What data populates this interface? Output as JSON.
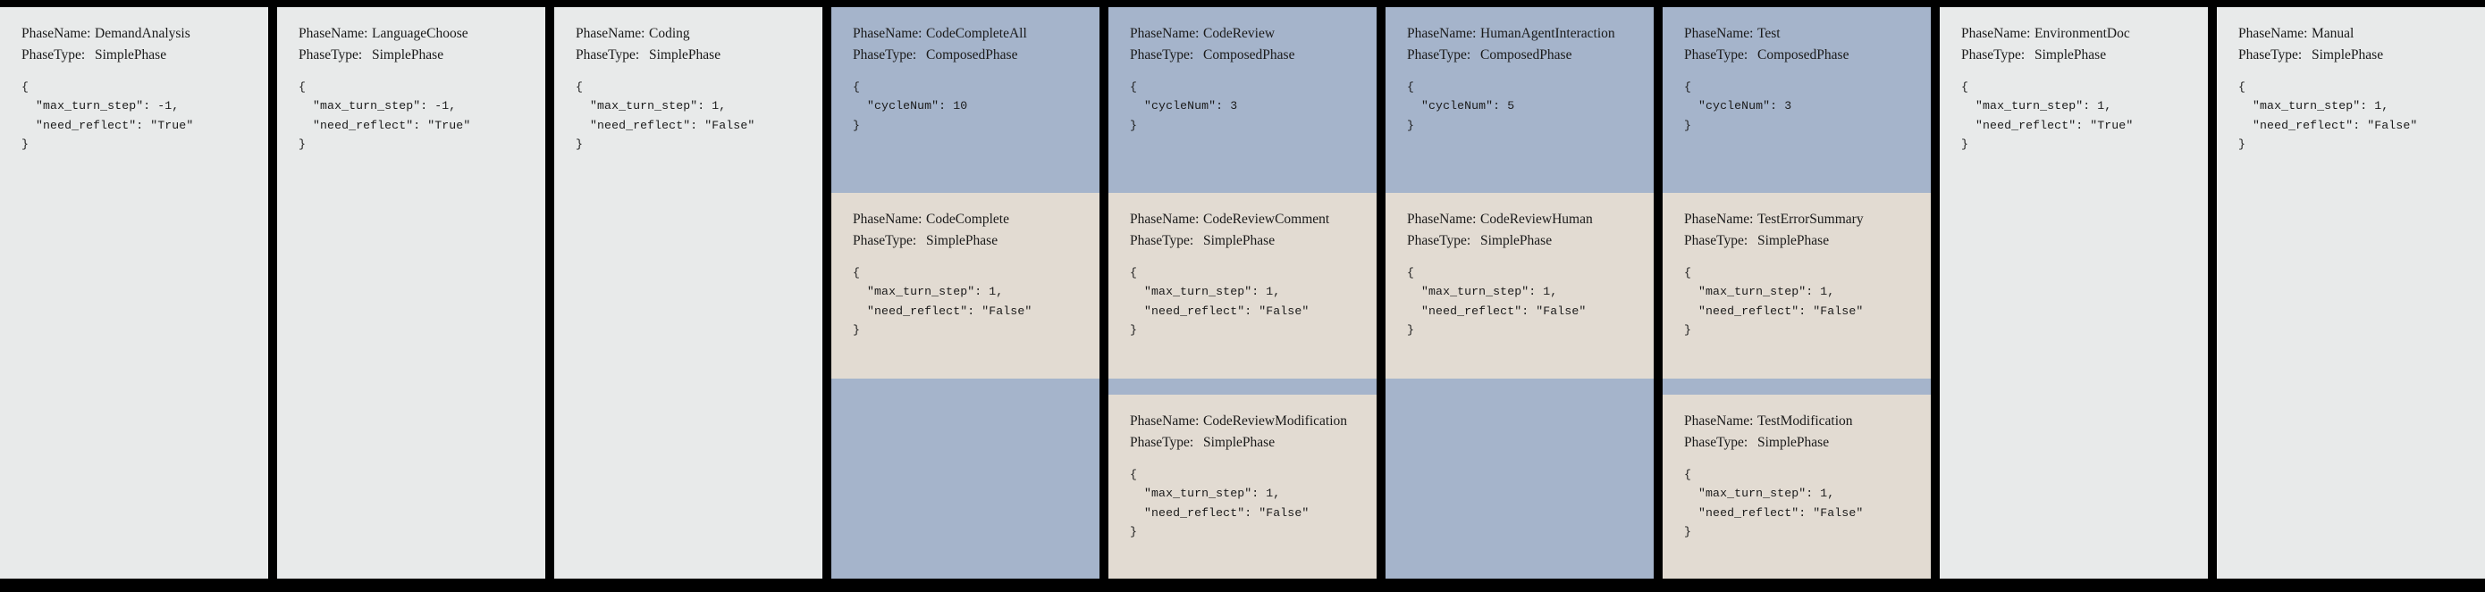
{
  "labels": {
    "phase_name_key": "PhaseName:",
    "phase_type_key": "PhaseType:"
  },
  "colors": {
    "background": "#000000",
    "simple_phase_bg": "#e8eaea",
    "composed_phase_bg": "#a5b4cb",
    "sub_phase_bg": "#e2dbd2",
    "text": "#1a1a1a"
  },
  "columns": [
    {
      "kind": "simple",
      "phase_name": "DemandAnalysis",
      "phase_type": "SimplePhase",
      "config": "{\n  \"max_turn_step\": -1,\n  \"need_reflect\": \"True\"\n}"
    },
    {
      "kind": "simple",
      "phase_name": "LanguageChoose",
      "phase_type": "SimplePhase",
      "config": "{\n  \"max_turn_step\": -1,\n  \"need_reflect\": \"True\"\n}"
    },
    {
      "kind": "simple",
      "phase_name": "Coding",
      "phase_type": "SimplePhase",
      "config": "{\n  \"max_turn_step\": 1,\n  \"need_reflect\": \"False\"\n}"
    },
    {
      "kind": "composed",
      "phase_name": "CodeCompleteAll",
      "phase_type": "ComposedPhase",
      "config": "{\n  \"cycleNum\": 10\n}",
      "sub_phases": [
        {
          "phase_name": "CodeComplete",
          "phase_type": "SimplePhase",
          "config": "{\n  \"max_turn_step\": 1,\n  \"need_reflect\": \"False\"\n}"
        }
      ]
    },
    {
      "kind": "composed",
      "phase_name": "CodeReview",
      "phase_type": "ComposedPhase",
      "config": "{\n  \"cycleNum\": 3\n}",
      "sub_phases": [
        {
          "phase_name": "CodeReviewComment",
          "phase_type": "SimplePhase",
          "config": "{\n  \"max_turn_step\": 1,\n  \"need_reflect\": \"False\"\n}"
        },
        {
          "phase_name": "CodeReviewModification",
          "phase_type": "SimplePhase",
          "config": "{\n  \"max_turn_step\": 1,\n  \"need_reflect\": \"False\"\n}"
        }
      ]
    },
    {
      "kind": "composed",
      "phase_name": "HumanAgentInteraction",
      "phase_type": "ComposedPhase",
      "config": "{\n  \"cycleNum\": 5\n}",
      "sub_phases": [
        {
          "phase_name": "CodeReviewHuman",
          "phase_type": "SimplePhase",
          "config": "{\n  \"max_turn_step\": 1,\n  \"need_reflect\": \"False\"\n}"
        }
      ]
    },
    {
      "kind": "composed",
      "phase_name": "Test",
      "phase_type": "ComposedPhase",
      "config": "{\n  \"cycleNum\": 3\n}",
      "sub_phases": [
        {
          "phase_name": "TestErrorSummary",
          "phase_type": "SimplePhase",
          "config": "{\n  \"max_turn_step\": 1,\n  \"need_reflect\": \"False\"\n}"
        },
        {
          "phase_name": "TestModification",
          "phase_type": "SimplePhase",
          "config": "{\n  \"max_turn_step\": 1,\n  \"need_reflect\": \"False\"\n}"
        }
      ]
    },
    {
      "kind": "simple",
      "phase_name": "EnvironmentDoc",
      "phase_type": "SimplePhase",
      "config": "{\n  \"max_turn_step\": 1,\n  \"need_reflect\": \"True\"\n}"
    },
    {
      "kind": "simple",
      "phase_name": "Manual",
      "phase_type": "SimplePhase",
      "config": "{\n  \"max_turn_step\": 1,\n  \"need_reflect\": \"False\"\n}"
    }
  ]
}
